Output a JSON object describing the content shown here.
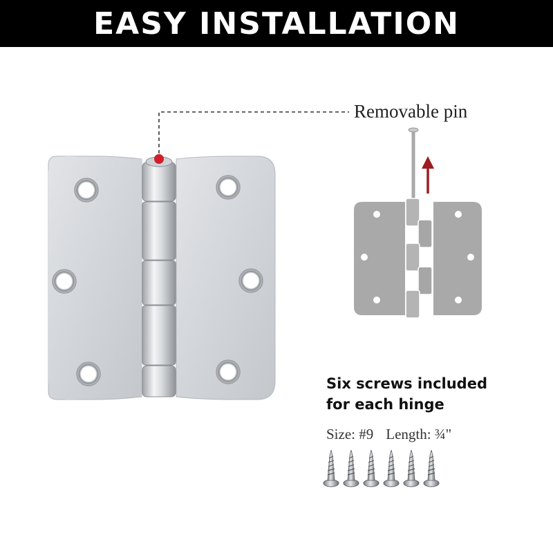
{
  "banner": {
    "title": "EASY INSTALLATION"
  },
  "callout": {
    "pin_label": "Removable pin"
  },
  "screws": {
    "heading_line1": "Six screws included",
    "heading_line2": "for each hinge",
    "size_text": "Size: #9",
    "length_text": "Length: ¾\"",
    "count": 6
  },
  "colors": {
    "banner_bg": "#000000",
    "pin_marker": "#d01f2a",
    "arrow": "#9b1c22",
    "diagram_gray": "#a9a9a9",
    "hinge_silver": "#d9dbde"
  },
  "icons": {
    "hinge_photo": "door-hinge-icon",
    "hinge_diagram": "hinge-diagram-icon",
    "arrow": "up-arrow-icon",
    "screw": "screw-icon"
  }
}
